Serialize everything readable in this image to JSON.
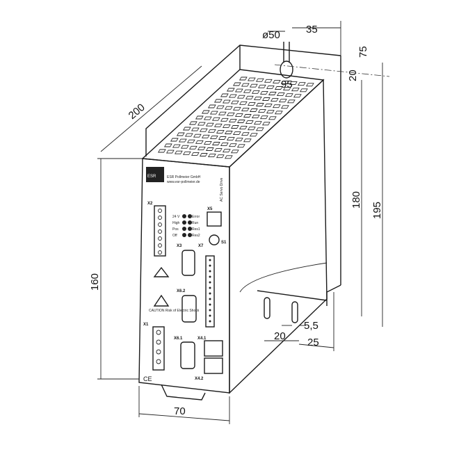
{
  "dimensions": {
    "depth": "200",
    "height_front": "160",
    "width": "70",
    "hole_diameter": "ø50",
    "hole_offset": "35",
    "top_offset": "75",
    "slot_height": "20",
    "slot_width": "95",
    "mount_height": "180",
    "total_height": "195",
    "bottom_slot_spacing": "20",
    "bottom_slot_offset": "25",
    "bottom_slot_width": "5,5"
  },
  "device": {
    "company": "ESR Pollmeier GmbH",
    "website": "www.esr-pollmeier.de",
    "product": "AC Servo Drive",
    "logo": "ESR",
    "ce_mark": "CE",
    "caution_text": "CAUTION Risk of Electric Shock",
    "connectors": {
      "x2": "X2",
      "x5": "X5",
      "s1": "S1",
      "x3": "X3",
      "x7": "X7",
      "x62": "X6.2",
      "x61": "X6.1",
      "x41": "X4.1",
      "x42": "X4.2",
      "x1": "X1"
    },
    "led_labels": [
      "24 V",
      "High",
      "Pos",
      "Off",
      "Error",
      "Run",
      "Res1",
      "Res2"
    ]
  }
}
